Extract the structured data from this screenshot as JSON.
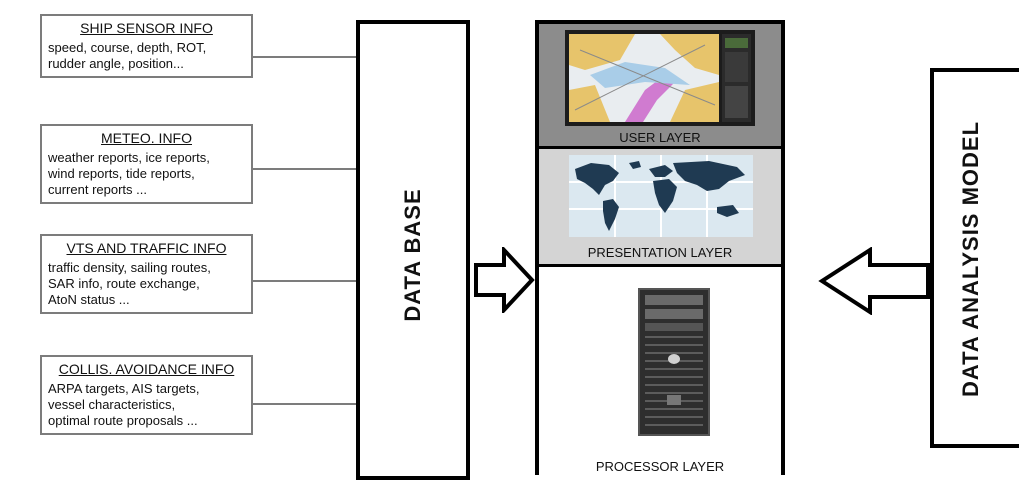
{
  "info_boxes": [
    {
      "title": "SHIP SENSOR INFO",
      "lines": [
        "speed, course, depth, ROT,",
        "rudder angle, position..."
      ]
    },
    {
      "title": "METEO. INFO",
      "lines": [
        "weather reports, ice reports,",
        "wind reports, tide reports,",
        "current reports ..."
      ]
    },
    {
      "title": "VTS AND TRAFFIC INFO",
      "lines": [
        "traffic density, sailing routes,",
        "SAR info, route exchange,",
        "AtoN status ..."
      ]
    },
    {
      "title": "COLLIS. AVOIDANCE INFO",
      "lines": [
        "ARPA targets, AIS targets,",
        "vessel characteristics,",
        "optimal route proposals ..."
      ]
    }
  ],
  "database": {
    "label": "DATA BASE"
  },
  "layers": {
    "user": "USER LAYER",
    "presentation": "PRESENTATION LAYER",
    "processor": "PROCESSOR LAYER"
  },
  "analysis_model": {
    "label": "DATA ANALYSIS MODEL"
  },
  "colors": {
    "box_border": "#7c7c7c",
    "user_layer_bg": "#8c8c8c",
    "presentation_layer_bg": "#d4d4d4",
    "map_water": "#dbe8f0",
    "map_land": "#1f3a52"
  }
}
